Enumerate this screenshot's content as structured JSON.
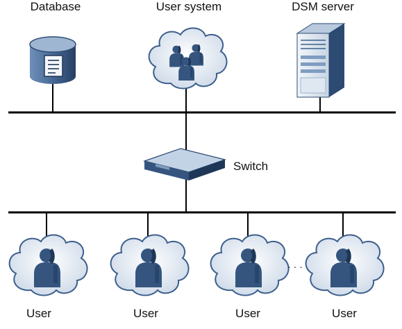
{
  "top_nodes": {
    "database": "Database",
    "user_system": "User system",
    "dsm_server": "DSM server"
  },
  "switch": {
    "label": "Switch"
  },
  "users": [
    "User",
    "User",
    "User",
    "User"
  ],
  "ellipsis": "· · ·",
  "colors": {
    "line": "#000000",
    "device_dark": "#2c4a72",
    "device_mid": "#4a6d9a",
    "device_light": "#c3d3e6",
    "cloud_fill": "#e8eef6",
    "cloud_stroke": "#3c5f8c"
  }
}
